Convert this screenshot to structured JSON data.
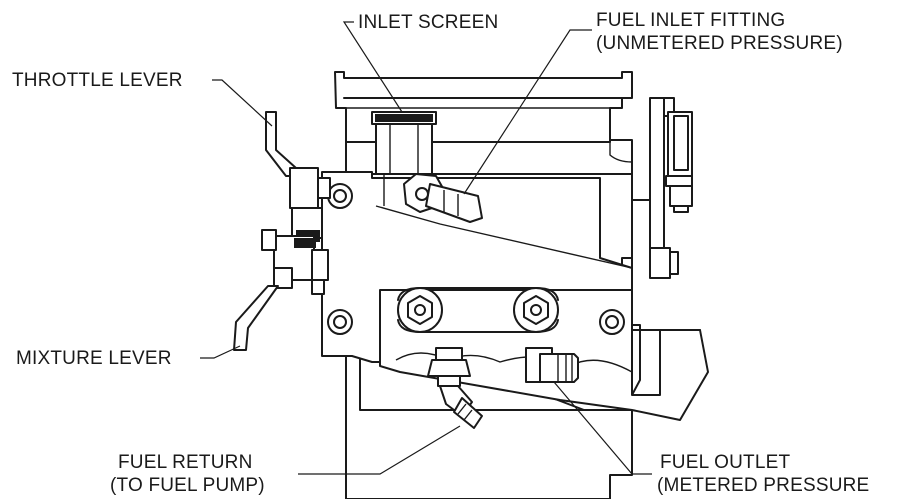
{
  "labels": {
    "inlet_screen": "INLET SCREEN",
    "fuel_inlet_fitting_line1": "FUEL INLET FITTING",
    "fuel_inlet_fitting_line2": "(UNMETERED PRESSURE)",
    "throttle_lever": "THROTTLE LEVER",
    "mixture_lever": "MIXTURE LEVER",
    "fuel_return_line1": "FUEL RETURN",
    "fuel_return_line2": "(TO FUEL PUMP)",
    "fuel_outlet_line1": "FUEL OUTLET",
    "fuel_outlet_line2": "(METERED PRESSURE"
  }
}
